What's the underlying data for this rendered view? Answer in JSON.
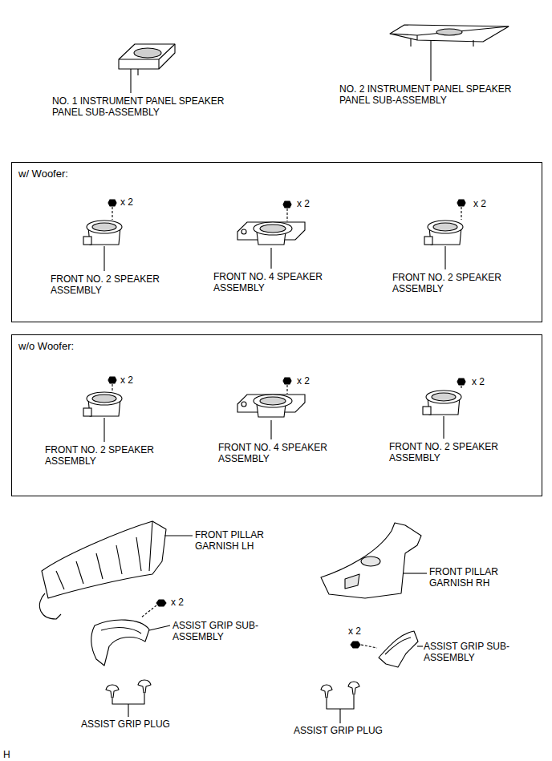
{
  "diagram": {
    "nodes": [
      {
        "text": [
          "w/ Woofer:"
        ]
      },
      {
        "text": [
          "w/o Woofer:"
        ]
      }
    ],
    "labels": [
      "NO. 1 INSTRUMENT PANEL SPEAKER PANEL SUB-ASSEMBLY",
      "NO. 2 INSTRUMENT PANEL SPEAKER PANEL SUB-ASSEMBLY",
      "x 2",
      "x 2",
      "x 2",
      "FRONT NO. 2 SPEAKER ASSEMBLY",
      "FRONT NO. 4 SPEAKER ASSEMBLY",
      "FRONT NO. 2 SPEAKER ASSEMBLY",
      "x 2",
      "x 2",
      "x 2",
      "FRONT NO. 2 SPEAKER ASSEMBLY",
      "FRONT NO. 4 SPEAKER ASSEMBLY",
      "FRONT NO. 2 SPEAKER ASSEMBLY",
      "FRONT PILLAR GARNISH LH",
      "FRONT PILLAR GARNISH RH",
      "x 2",
      "ASSIST GRIP SUB-ASSEMBLY",
      "x 2",
      "ASSIST GRIP SUB-ASSEMBLY",
      "ASSIST GRIP PLUG",
      "ASSIST GRIP PLUG",
      "H"
    ]
  }
}
